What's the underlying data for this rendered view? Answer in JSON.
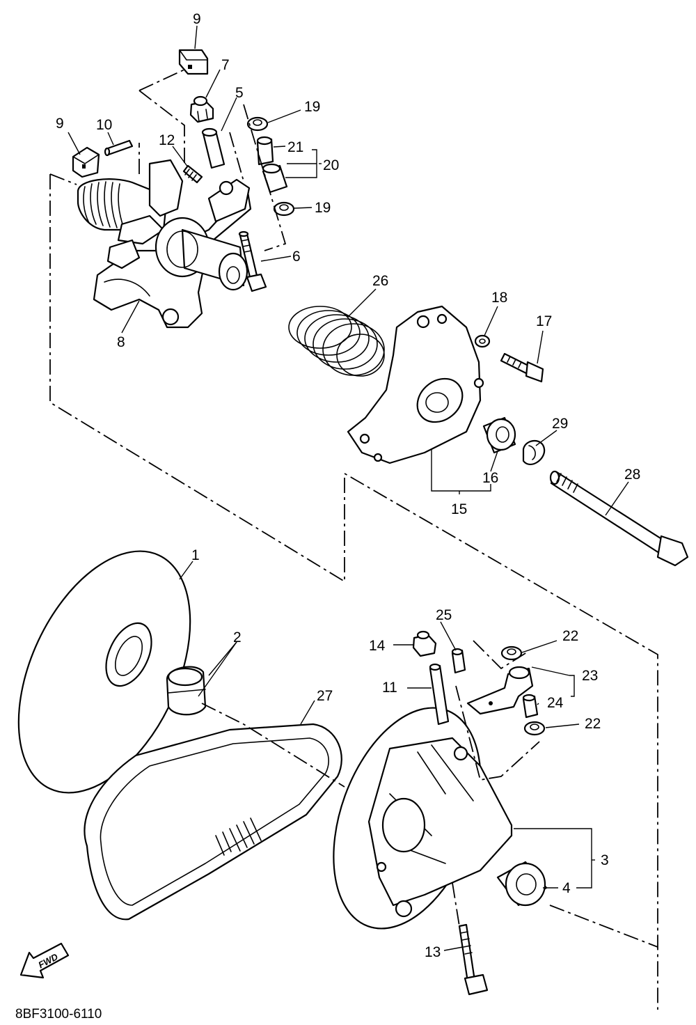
{
  "diagram": {
    "drawing_code": "8BF3100-6110",
    "direction_arrow_label": "FWD",
    "callouts": {
      "c1": "1",
      "c2": "2",
      "c3": "3",
      "c4": "4",
      "c5": "5",
      "c6": "6",
      "c7": "7",
      "c8": "8",
      "c9a": "9",
      "c9b": "9",
      "c10": "10",
      "c11": "11",
      "c12": "12",
      "c13": "13",
      "c14": "14",
      "c15": "15",
      "c16": "16",
      "c17": "17",
      "c18": "18",
      "c19a": "19",
      "c19b": "19",
      "c20": "20",
      "c21": "21",
      "c22a": "22",
      "c22b": "22",
      "c23": "23",
      "c24": "24",
      "c25": "25",
      "c26": "26",
      "c27": "27",
      "c28": "28",
      "c29": "29"
    }
  }
}
